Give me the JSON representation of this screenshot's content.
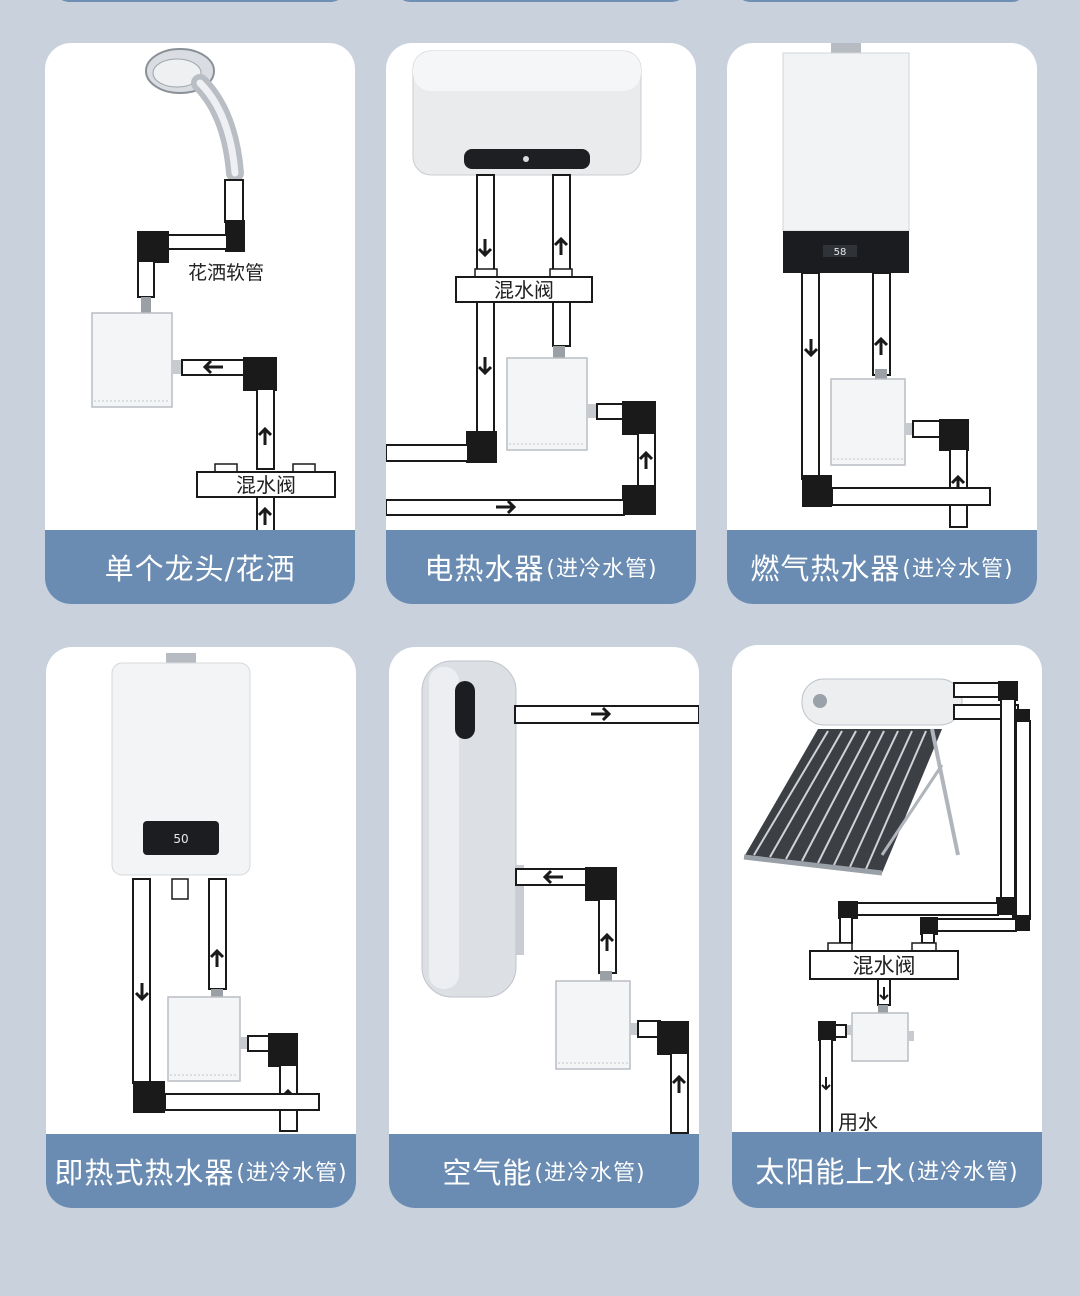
{
  "page": {
    "background": "#c8d1dc",
    "caption_color": "#6a8bb2",
    "pipe_color": "#1a1a1a"
  },
  "cards": [
    {
      "title": "单个龙头/花洒",
      "subtitle": "",
      "labels": {
        "hose": "花洒软管",
        "valve": "混水阀"
      }
    },
    {
      "title": "电热水器",
      "subtitle": "(进冷水管)",
      "labels": {
        "valve": "混水阀"
      }
    },
    {
      "title": "燃气热水器",
      "subtitle": "(进冷水管)",
      "labels": {}
    },
    {
      "title": "即热式热水器",
      "subtitle": "(进冷水管)",
      "labels": {}
    },
    {
      "title": "空气能",
      "subtitle": "(进冷水管)",
      "labels": {}
    },
    {
      "title": "太阳能上水",
      "subtitle": "(进冷水管)",
      "labels": {
        "valve": "混水阀",
        "use": "用水"
      }
    }
  ],
  "displays": {
    "gas_heater_readout": "58",
    "instant_heater_readout": "50"
  }
}
